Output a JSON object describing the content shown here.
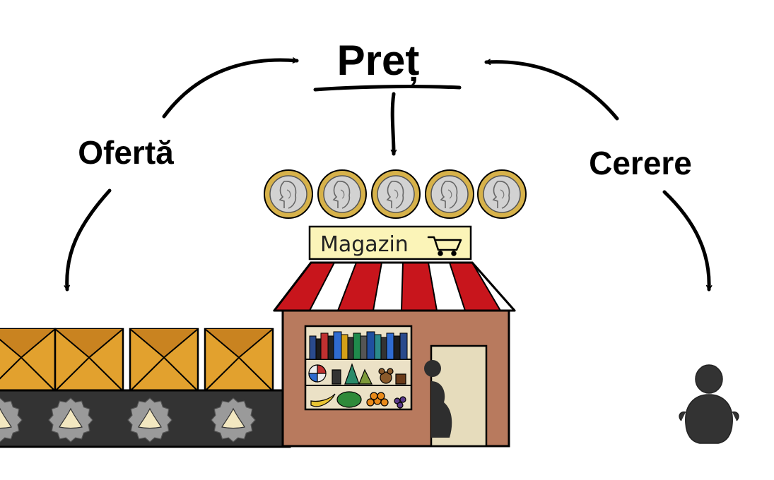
{
  "title": "Preț",
  "left_label": "Ofertă",
  "right_label": "Cerere",
  "shop_sign": "Magazin",
  "coin_count": 5,
  "box_count": 4,
  "colors": {
    "ink": "#000000",
    "awning_red": "#c8151c",
    "shop_wall": "#b87a5e",
    "sign_bg": "#fbf4b8",
    "door": "#e6dcbc",
    "box": "#e2a12e",
    "box_dark": "#c98320",
    "belt": "#333333",
    "coin_gold": "#d7b24a",
    "coin_silver": "#d2d2d2",
    "person": "#333333"
  },
  "icons": [
    "cart-icon",
    "coin-icon",
    "person-icon",
    "gear-icon",
    "box-icon"
  ]
}
